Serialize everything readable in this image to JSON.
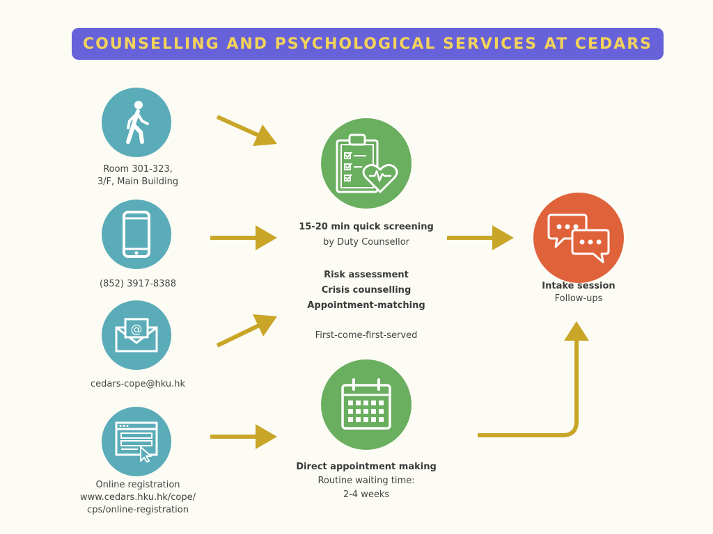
{
  "title": "COUNSELLING AND PSYCHOLOGICAL SERVICES AT CEDARS",
  "channels": {
    "walk_in": {
      "line1": "Room 301-323,",
      "line2": "3/F, Main Building"
    },
    "phone": {
      "text": "(852) 3917-8388"
    },
    "email": {
      "text": "cedars-cope@hku.hk"
    },
    "online": {
      "line1": "Online registration",
      "line2": "www.cedars.hku.hk/cope/",
      "line3": "cps/online-registration"
    }
  },
  "screening": {
    "title": "15-20 min quick screening",
    "subtitle": "by Duty Counsellor",
    "services": [
      "Risk assessment",
      "Crisis counselling",
      "Appointment-matching"
    ],
    "note": "First-come-first-served"
  },
  "direct": {
    "title": "Direct appointment making",
    "line2": "Routine waiting time:",
    "line3": "2-4 weeks"
  },
  "intake": {
    "title": "Intake session",
    "subtitle": "Follow-ups"
  },
  "colors": {
    "banner": "#6762d9",
    "banner_text": "#f4d35a",
    "teal": "#5aacb8",
    "green": "#6aae5f",
    "orange": "#e0623a",
    "arrow": "#c9a628"
  },
  "icons": [
    "walking-person-icon",
    "smartphone-icon",
    "envelope-icon",
    "web-form-icon",
    "clipboard-heart-icon",
    "calendar-icon",
    "speech-bubbles-icon"
  ]
}
